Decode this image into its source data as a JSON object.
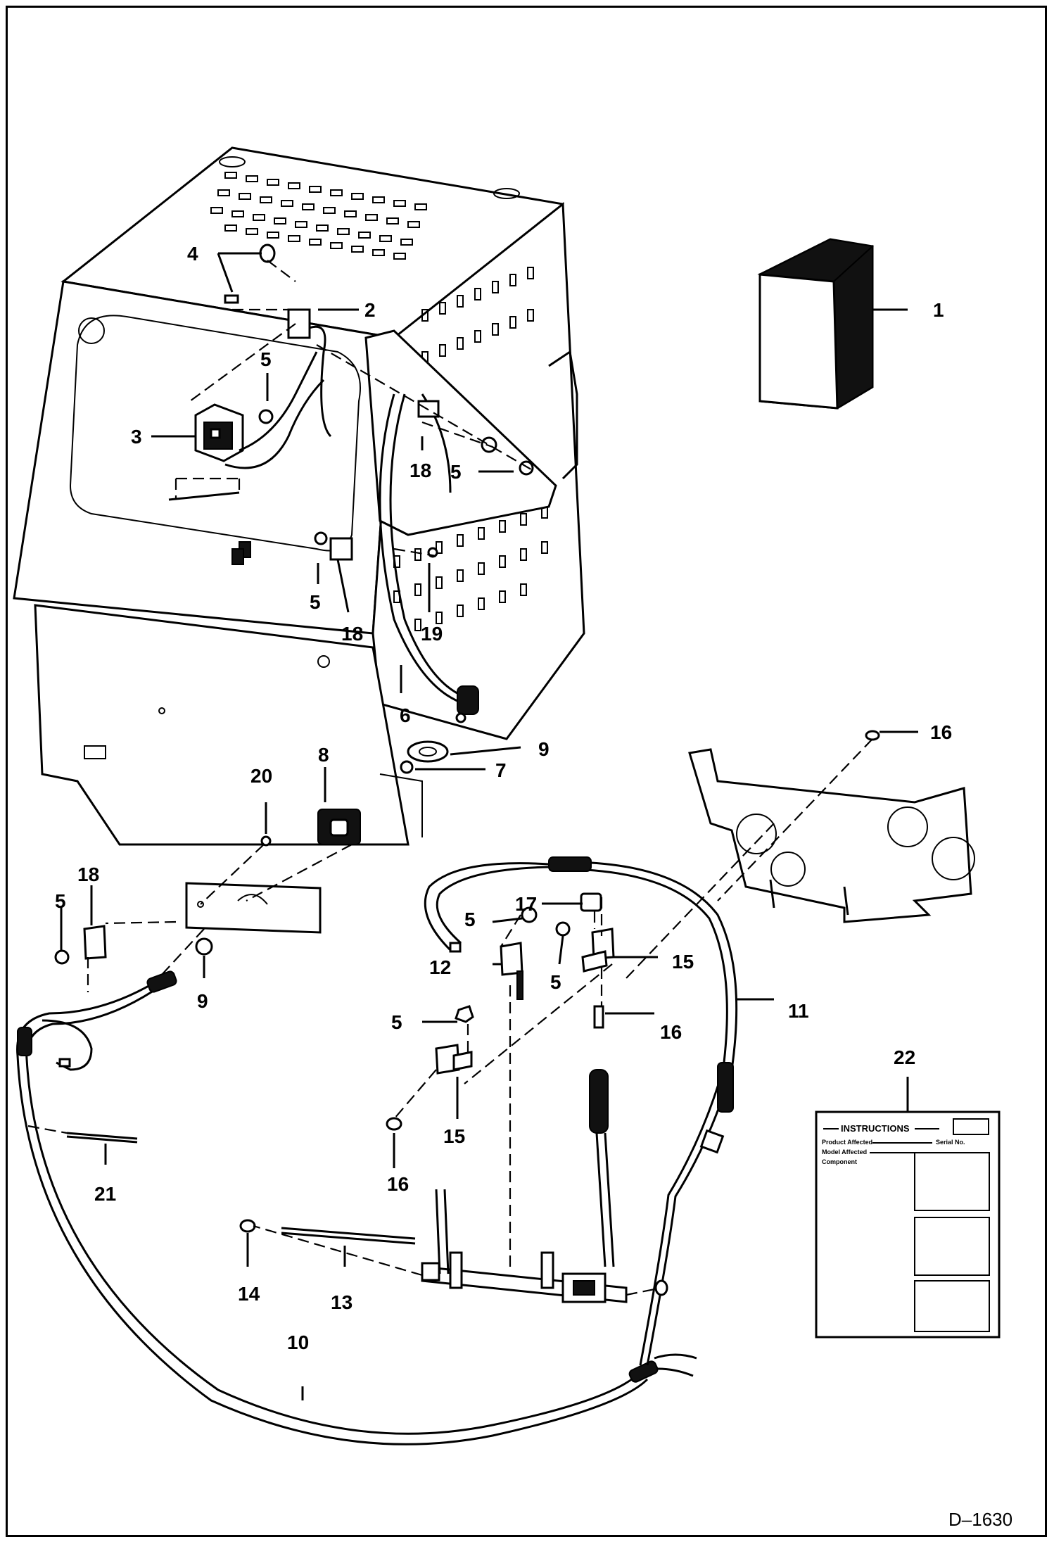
{
  "diagram": {
    "drawing_id": "D–1630",
    "callouts": {
      "c1": "1",
      "c2": "2",
      "c3": "3",
      "c4": "4",
      "c5a": "5",
      "c5b": "5",
      "c5c": "5",
      "c5d": "5",
      "c5e": "5",
      "c5f": "5",
      "c5g": "5",
      "c6": "6",
      "c7": "7",
      "c8": "8",
      "c9a": "9",
      "c9b": "9",
      "c10": "10",
      "c11": "11",
      "c12": "12",
      "c13": "13",
      "c14": "14",
      "c15a": "15",
      "c15b": "15",
      "c16a": "16",
      "c16b": "16",
      "c16c": "16",
      "c17": "17",
      "c18a": "18",
      "c18b": "18",
      "c18c": "18",
      "c19": "19",
      "c20": "20",
      "c21": "21",
      "c22": "22"
    },
    "instructions_sheet": {
      "title": "INSTRUCTIONS",
      "line1": "Product Affected",
      "line1b": "Serial No.",
      "line2": "Model Affected",
      "line3": "Component"
    }
  }
}
